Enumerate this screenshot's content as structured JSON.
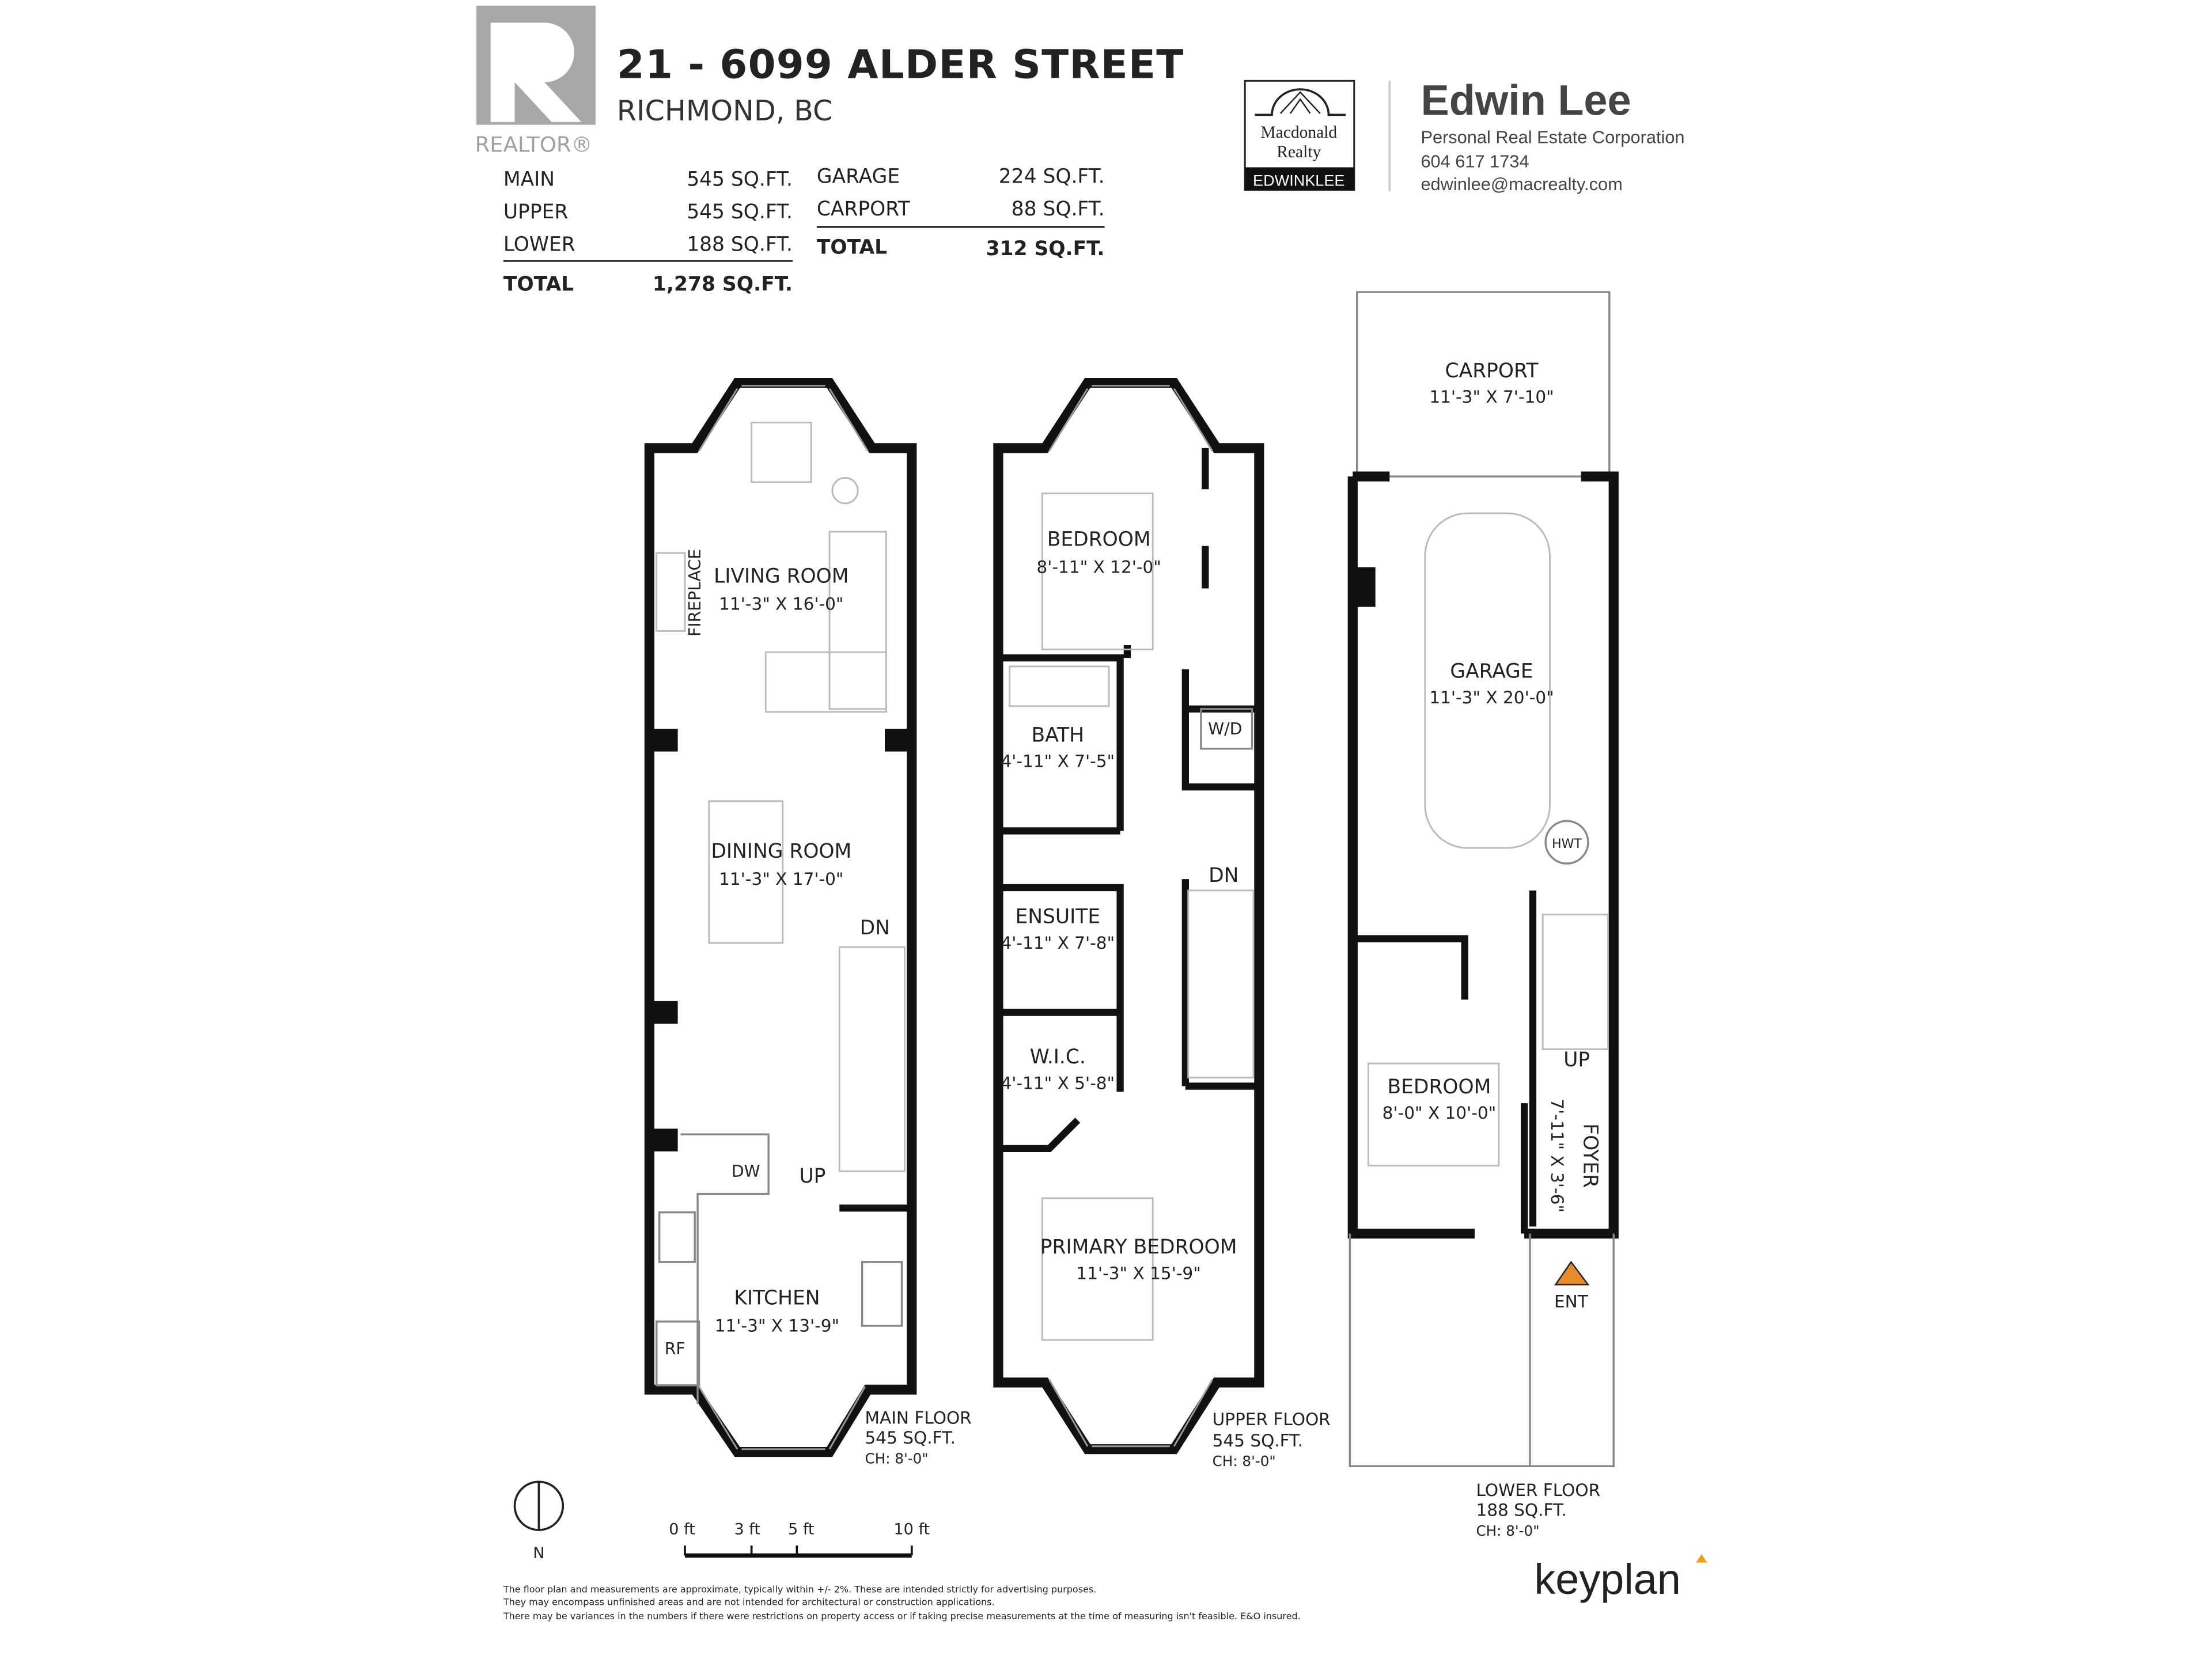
{
  "header": {
    "address": "21 - 6099 ALDER STREET",
    "city": "RICHMOND, BC",
    "realtor_logo": "REALTOR®"
  },
  "areas_left": {
    "rows": [
      {
        "label": "MAIN",
        "value": "545 SQ.FT."
      },
      {
        "label": "UPPER",
        "value": "545 SQ.FT."
      },
      {
        "label": "LOWER",
        "value": "188 SQ.FT."
      }
    ],
    "total_label": "TOTAL",
    "total_value": "1,278 SQ.FT."
  },
  "areas_right": {
    "rows": [
      {
        "label": "GARAGE",
        "value": "224 SQ.FT."
      },
      {
        "label": "CARPORT",
        "value": "88 SQ.FT."
      }
    ],
    "total_label": "TOTAL",
    "total_value": "312 SQ.FT."
  },
  "agent": {
    "brokerage_logo_line1": "Macdonald",
    "brokerage_logo_line2": "Realty",
    "brokerage_logo_band": "EDWINKLEE",
    "name": "Edwin Lee",
    "title": "Personal Real Estate Corporation",
    "phone": "604 617 1734",
    "email": "edwinlee@macrealty.com"
  },
  "main_floor": {
    "rooms": [
      {
        "name": "LIVING ROOM",
        "dims": "11'-3\"  X  16'-0\""
      },
      {
        "name": "DINING ROOM",
        "dims": "11'-3\"  X  17'-0\""
      },
      {
        "name": "KITCHEN",
        "dims": "11'-3\"  X  13'-9\""
      }
    ],
    "fireplace": "FIREPLACE",
    "dn": "DN",
    "up": "UP",
    "dw": "DW",
    "rf": "RF",
    "label": "MAIN FLOOR",
    "area": "545 SQ.FT.",
    "ch": "CH: 8'-0\""
  },
  "upper_floor": {
    "rooms": [
      {
        "name": "BEDROOM",
        "dims": "8'-11\"  X  12'-0\""
      },
      {
        "name": "BATH",
        "dims": "4'-11\" X  7'-5\""
      },
      {
        "name": "ENSUITE",
        "dims": "4'-11\" X  7'-8\""
      },
      {
        "name": "W.I.C.",
        "dims": "4'-11\" X  5'-8\""
      },
      {
        "name": "PRIMARY BEDROOM",
        "dims": "11'-3\"  X  15'-9\""
      }
    ],
    "wd": "W/D",
    "dn": "DN",
    "label": "UPPER FLOOR",
    "area": "545 SQ.FT.",
    "ch": "CH: 8'-0\""
  },
  "lower_floor": {
    "rooms": [
      {
        "name": "CARPORT",
        "dims": "11'-3\"  X  7'-10\""
      },
      {
        "name": "GARAGE",
        "dims": "11'-3\"  X  20'-0\""
      },
      {
        "name": "BEDROOM",
        "dims": "8'-0\"  X  10'-0\""
      },
      {
        "name": "FOYER",
        "dims": "7'-11\"  X  3'-6\""
      }
    ],
    "hwt": "HWT",
    "up": "UP",
    "ent": "ENT",
    "label": "LOWER FLOOR",
    "area": "188 SQ.FT.",
    "ch": "CH: 8'-0\""
  },
  "compass": {
    "label": "N"
  },
  "scale": {
    "ticks": [
      "0 ft",
      "3 ft",
      "5 ft",
      "10 ft"
    ]
  },
  "brand": "keyplan",
  "colors": {
    "entry_marker": "#e8892b",
    "keyplan_accent": "#f0a020",
    "logo_band_k": "#c9873a"
  },
  "disclaimer": [
    "The floor plan and measurements are approximate, typically within +/- 2%. These are intended strictly for advertising purposes.",
    "They may encompass unfinished areas and are not intended for architectural or construction applications.",
    "There may be variances in the numbers if there were restrictions on property access or if taking precise measurements at the time of measuring isn't feasible. E&O insured."
  ]
}
